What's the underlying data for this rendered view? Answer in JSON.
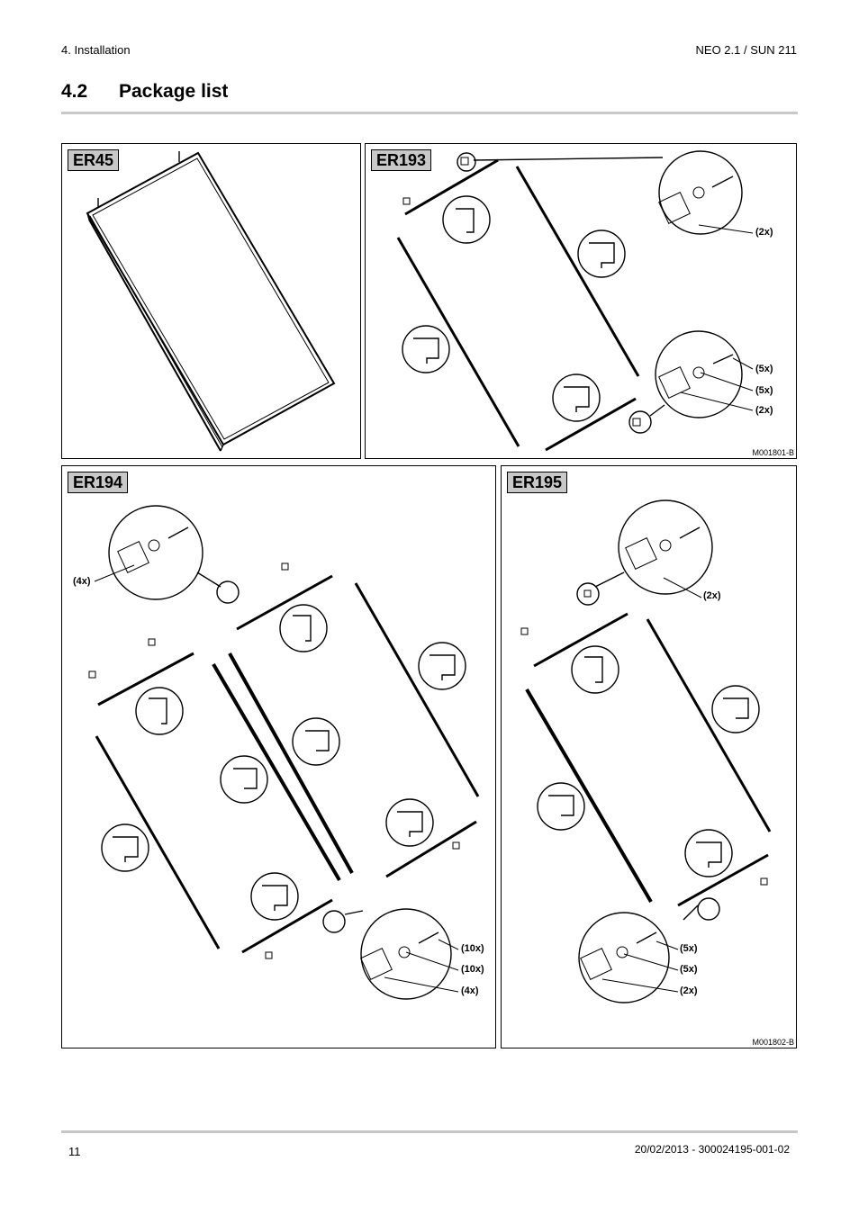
{
  "header": {
    "section": "4.  Installation",
    "product": "NEO 2.1 / SUN 211"
  },
  "title": {
    "number": "4.2",
    "text": "Package list"
  },
  "panels": {
    "er45": {
      "label": "ER45"
    },
    "er193": {
      "label": "ER193",
      "qty": [
        "(2x)",
        "(5x)",
        "(5x)",
        "(2x)"
      ],
      "ref": "M001801-B"
    },
    "er194": {
      "label": "ER194",
      "qty": [
        "(4x)",
        "(10x)",
        "(10x)",
        "(4x)"
      ]
    },
    "er195": {
      "label": "ER195",
      "qty": [
        "(2x)",
        "(5x)",
        "(5x)",
        "(2x)"
      ],
      "ref": "M001802-B"
    }
  },
  "footer": {
    "page": "11",
    "doc_ref": "20/02/2013 - 300024195-001-02"
  }
}
